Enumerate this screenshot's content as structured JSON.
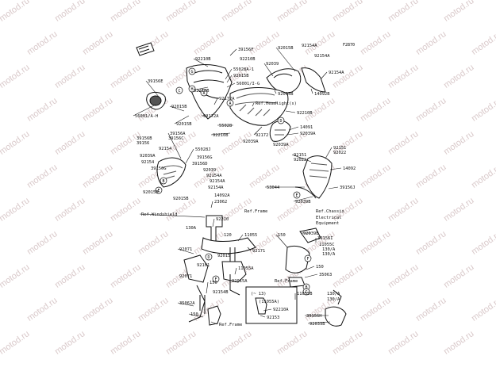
{
  "watermark_text": "motod.ru",
  "figure_code": "F2870",
  "colors": {
    "line": "#111111",
    "part_fill": "#ffffff",
    "shade": "#555555",
    "watermark": "#d9c9ca"
  },
  "callouts": [
    {
      "id": "c1",
      "text": "39156F"
    },
    {
      "id": "c2",
      "text": "92210B"
    },
    {
      "id": "c3",
      "text": "92210B"
    },
    {
      "id": "c4",
      "text": "92015B"
    },
    {
      "id": "c5",
      "text": "92154A"
    },
    {
      "id": "c6",
      "text": "92154A"
    },
    {
      "id": "c7",
      "text": "92039"
    },
    {
      "id": "c8",
      "text": "92154A"
    },
    {
      "id": "c9",
      "text": "55028A-1"
    },
    {
      "id": "c10",
      "text": "92015B"
    },
    {
      "id": "c11",
      "text": "39156E"
    },
    {
      "id": "c12",
      "text": "56001/I-G"
    },
    {
      "id": "c13",
      "text": "14092B"
    },
    {
      "id": "c14",
      "text": "92210B"
    },
    {
      "id": "c15",
      "text": "92015B"
    },
    {
      "id": "c16",
      "text": "92172A"
    },
    {
      "id": "c17",
      "text": "Ref.Headlight(s)"
    },
    {
      "id": "c18",
      "text": "92015B"
    },
    {
      "id": "c19",
      "text": "56001/A-H"
    },
    {
      "id": "c20",
      "text": "92172A"
    },
    {
      "id": "c21",
      "text": "92210B"
    },
    {
      "id": "c22",
      "text": "92015B"
    },
    {
      "id": "c23",
      "text": "55028"
    },
    {
      "id": "c24",
      "text": "14091"
    },
    {
      "id": "c25",
      "text": "39156B"
    },
    {
      "id": "c26",
      "text": "39156A"
    },
    {
      "id": "c27",
      "text": "92210B"
    },
    {
      "id": "c28",
      "text": "92172"
    },
    {
      "id": "c29",
      "text": "92039A"
    },
    {
      "id": "c30",
      "text": "39156"
    },
    {
      "id": "c31",
      "text": "39156C"
    },
    {
      "id": "c32",
      "text": "92039A"
    },
    {
      "id": "c33",
      "text": "92039A"
    },
    {
      "id": "c34",
      "text": "92151"
    },
    {
      "id": "c35",
      "text": "92154"
    },
    {
      "id": "c36",
      "text": "55028J"
    },
    {
      "id": "c37",
      "text": "92022"
    },
    {
      "id": "c38",
      "text": "92039A"
    },
    {
      "id": "c39",
      "text": "39156G"
    },
    {
      "id": "c40",
      "text": "92151"
    },
    {
      "id": "c41",
      "text": "92154"
    },
    {
      "id": "c42",
      "text": "39156D"
    },
    {
      "id": "c43",
      "text": "92022"
    },
    {
      "id": "c44",
      "text": "39156G"
    },
    {
      "id": "c45",
      "text": "92039"
    },
    {
      "id": "c46",
      "text": "14092"
    },
    {
      "id": "c47",
      "text": "92154A"
    },
    {
      "id": "c48",
      "text": "92154A"
    },
    {
      "id": "c49",
      "text": "92154A"
    },
    {
      "id": "c50",
      "text": "53044"
    },
    {
      "id": "c51",
      "text": "39156J"
    },
    {
      "id": "c52",
      "text": "92015B"
    },
    {
      "id": "c53",
      "text": "14092A"
    },
    {
      "id": "c54",
      "text": "92015B"
    },
    {
      "id": "c55",
      "text": "23062"
    },
    {
      "id": "c56",
      "text": "92039B"
    },
    {
      "id": "c57",
      "text": "Ref.Frame"
    },
    {
      "id": "c58",
      "text": "Ref.Chassis"
    },
    {
      "id": "c59",
      "text": "Electrical"
    },
    {
      "id": "c60",
      "text": "Equipment"
    },
    {
      "id": "c61",
      "text": "Ref.Windshield"
    },
    {
      "id": "c62",
      "text": "92210"
    },
    {
      "id": "c63",
      "text": "130A"
    },
    {
      "id": "c64",
      "text": "120"
    },
    {
      "id": "c65",
      "text": "11055"
    },
    {
      "id": "c66",
      "text": "150"
    },
    {
      "id": "c67",
      "text": "92039B"
    },
    {
      "id": "c68",
      "text": "39156I"
    },
    {
      "id": "c69",
      "text": "11055C"
    },
    {
      "id": "c70",
      "text": "130/A"
    },
    {
      "id": "c71",
      "text": "130/A"
    },
    {
      "id": "c72",
      "text": "92071"
    },
    {
      "id": "c73",
      "text": "92015"
    },
    {
      "id": "c74",
      "text": "92171"
    },
    {
      "id": "c75",
      "text": "92161"
    },
    {
      "id": "c76",
      "text": "11055A"
    },
    {
      "id": "c77",
      "text": "150"
    },
    {
      "id": "c78",
      "text": "92071"
    },
    {
      "id": "c79",
      "text": "35063"
    },
    {
      "id": "c80",
      "text": "Ref.Frame"
    },
    {
      "id": "c81",
      "text": "150"
    },
    {
      "id": "c82",
      "text": "92015A"
    },
    {
      "id": "c83",
      "text": "92154B"
    },
    {
      "id": "c84",
      "text": "(~ 13)"
    },
    {
      "id": "c85",
      "text": "(11055A)"
    },
    {
      "id": "c86",
      "text": "11055B"
    },
    {
      "id": "c87",
      "text": "130/A"
    },
    {
      "id": "c88",
      "text": "35062A"
    },
    {
      "id": "c89",
      "text": "92210A"
    },
    {
      "id": "c90",
      "text": "130/A"
    },
    {
      "id": "c91",
      "text": "150"
    },
    {
      "id": "c92",
      "text": "92153"
    },
    {
      "id": "c93",
      "text": "Ref.Frame"
    },
    {
      "id": "c94",
      "text": "39156H"
    },
    {
      "id": "c95",
      "text": "92039B"
    }
  ],
  "circle_letters": [
    {
      "id": "L1",
      "text": "G"
    },
    {
      "id": "L2",
      "text": "H"
    },
    {
      "id": "L3",
      "text": "A"
    },
    {
      "id": "L4",
      "text": "A"
    },
    {
      "id": "L5",
      "text": "D"
    },
    {
      "id": "L6",
      "text": "C"
    },
    {
      "id": "L7",
      "text": "B"
    },
    {
      "id": "L8",
      "text": "E"
    },
    {
      "id": "L9",
      "text": "E"
    },
    {
      "id": "L10",
      "text": "D"
    },
    {
      "id": "L11",
      "text": "F"
    },
    {
      "id": "L12",
      "text": "B"
    },
    {
      "id": "L13",
      "text": "C"
    },
    {
      "id": "L14",
      "text": "F"
    }
  ]
}
